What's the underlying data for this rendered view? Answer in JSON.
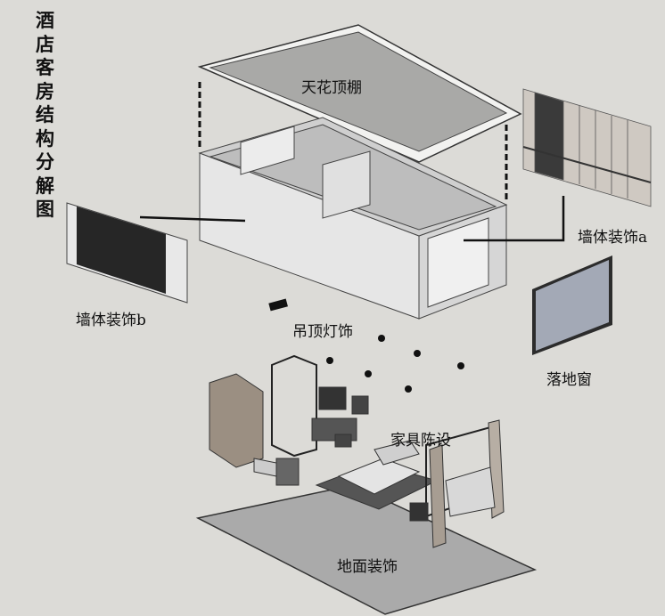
{
  "title": "酒店客房结构分解图",
  "labels": {
    "ceiling": "天花顶棚",
    "wall_a": "墙体装饰a",
    "wall_b": "墙体装饰b",
    "lights": "吊顶灯饰",
    "window": "落地窗",
    "furniture": "家具陈设",
    "floor": "地面装饰"
  }
}
